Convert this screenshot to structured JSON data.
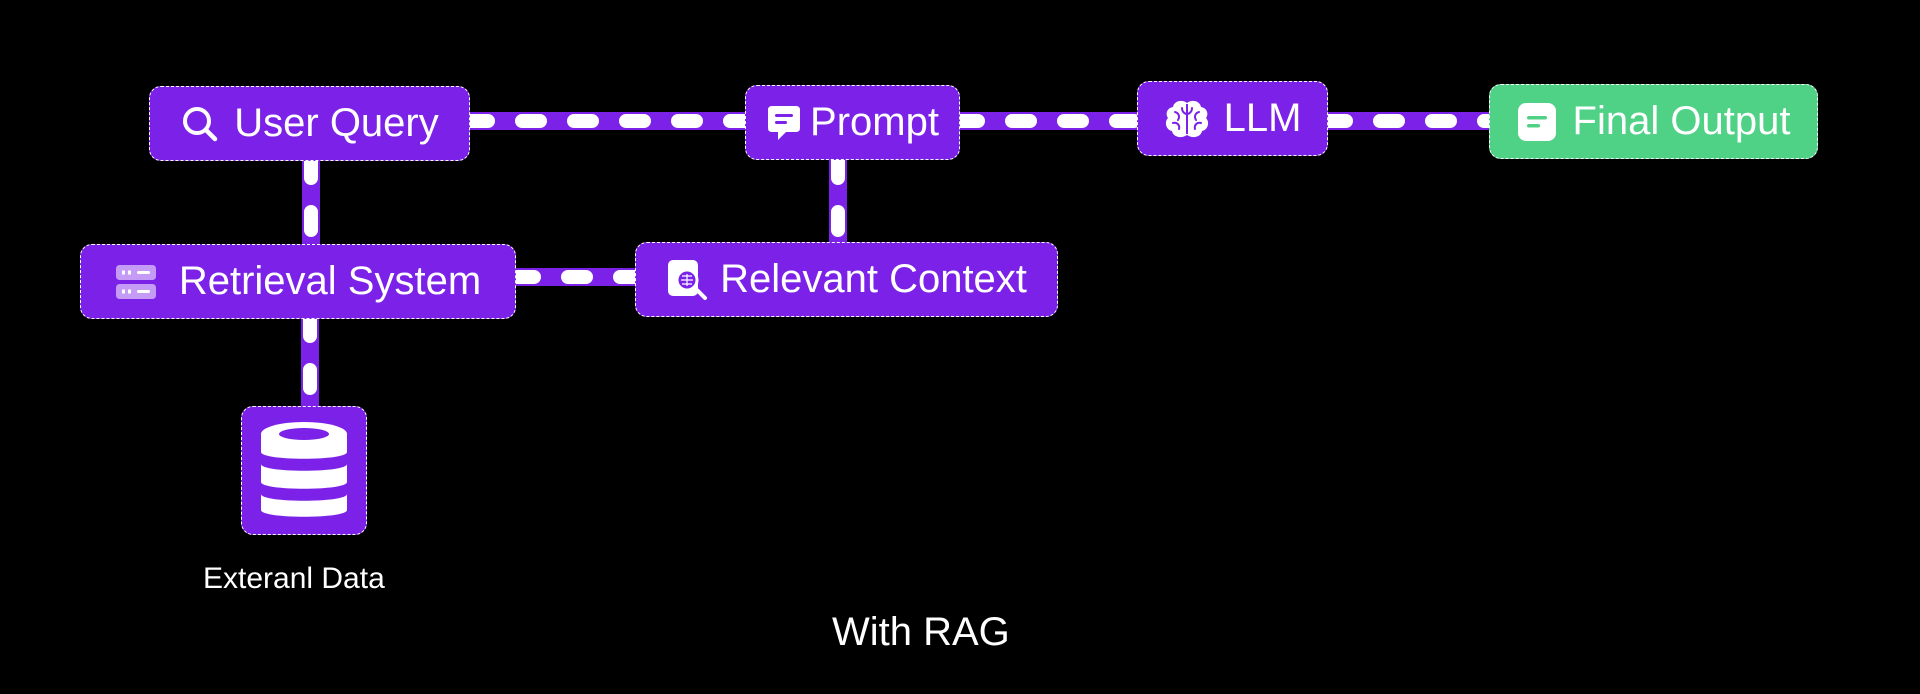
{
  "colors": {
    "background": "#000000",
    "node": "#7C22E8",
    "node_output": "#4FD186",
    "connector": "#7C22E8",
    "connector_dash": "#FFFFFF",
    "text": "#FFFFFF"
  },
  "nodes": {
    "user_query": {
      "label": "User Query",
      "icon": "search-icon"
    },
    "prompt": {
      "label": "Prompt",
      "icon": "chat-bubble-icon"
    },
    "llm": {
      "label": "LLM",
      "icon": "brain-icon"
    },
    "final_output": {
      "label": "Final Output",
      "icon": "document-icon"
    },
    "retrieval_system": {
      "label": "Retrieval System",
      "icon": "server-icon"
    },
    "relevant_context": {
      "label": "Relevant Context",
      "icon": "document-search-icon"
    },
    "external_data": {
      "label": "Exteranl Data",
      "icon": "database-icon"
    }
  },
  "caption": "With RAG"
}
